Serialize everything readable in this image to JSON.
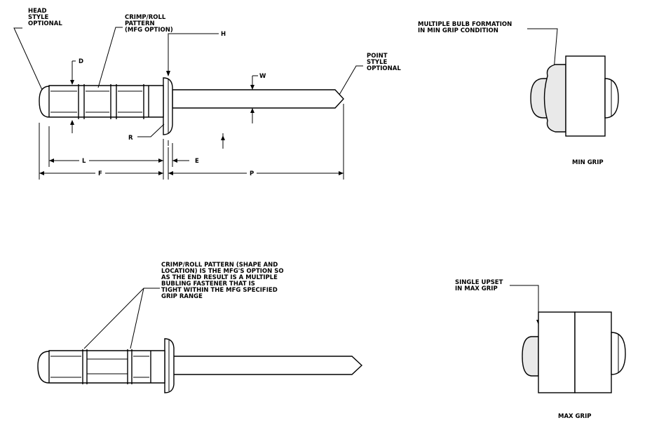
{
  "top_rivet": {
    "callouts": {
      "head_style": [
        "HEAD",
        "STYLE",
        "OPTIONAL"
      ],
      "crimp_pattern": [
        "CRIMP/ROLL",
        "PATTERN",
        "(MFG OPTION)"
      ],
      "point_style": [
        "POINT",
        "STYLE",
        "OPTIONAL"
      ]
    },
    "dimensions": {
      "d": "D",
      "h": "H",
      "w": "W",
      "r": "R",
      "l": "L",
      "e": "E",
      "f": "F",
      "p": "P"
    }
  },
  "min_grip": {
    "note": [
      "MULTIPLE BULB FORMATION",
      "IN MIN GRIP CONDITION"
    ],
    "caption": "MIN GRIP"
  },
  "bottom_rivet": {
    "note": [
      "CRIMP/ROLL PATTERN (SHAPE AND",
      "LOCATION)  IS THE MFG'S OPTION SO",
      "AS THE END RESULT IS A MULTIPLE",
      "BUBLING FASTENER THAT IS",
      "TIGHT WITHIN THE MFG SPECIFIED",
      "GRIP RANGE"
    ]
  },
  "max_grip": {
    "note": [
      "SINGLE UPSET",
      "IN MAX GRIP"
    ],
    "caption": "MAX GRIP"
  }
}
